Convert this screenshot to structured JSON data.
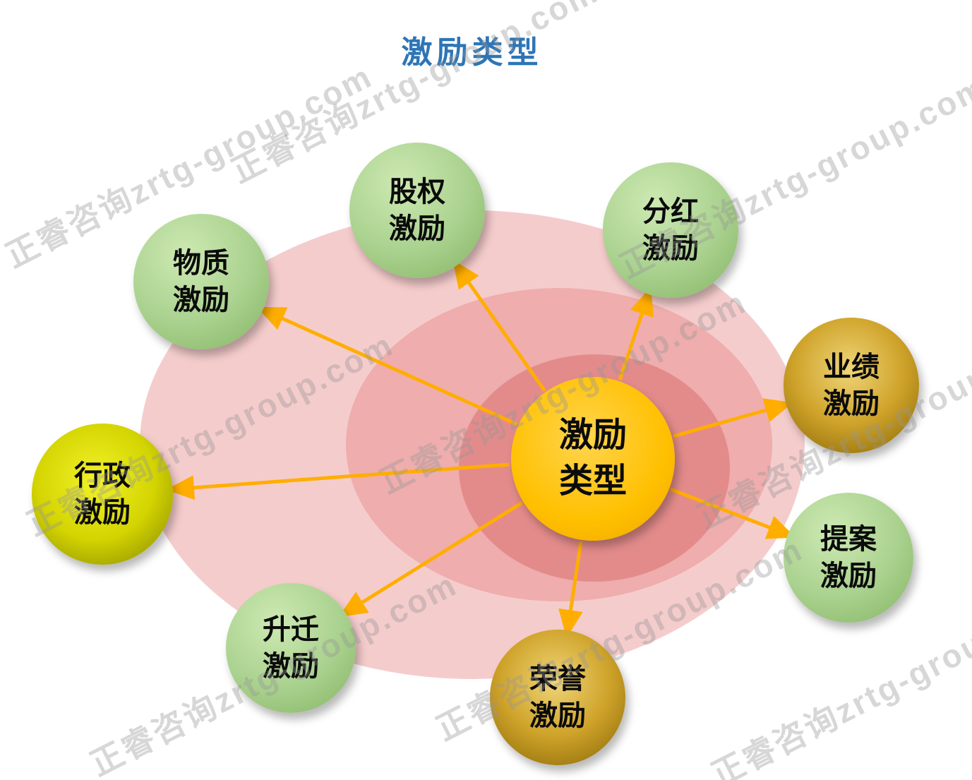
{
  "title": "激励类型",
  "center": {
    "label": "激励\n类型"
  },
  "nodes": [
    {
      "id": "material",
      "label": "物质\n激励",
      "style": "green"
    },
    {
      "id": "equity",
      "label": "股权\n激励",
      "style": "green"
    },
    {
      "id": "dividend",
      "label": "分红\n激励",
      "style": "green"
    },
    {
      "id": "performance",
      "label": "业绩\n激励",
      "style": "gold"
    },
    {
      "id": "proposal",
      "label": "提案\n激励",
      "style": "green"
    },
    {
      "id": "honor",
      "label": "荣誉\n激励",
      "style": "gold"
    },
    {
      "id": "promotion",
      "label": "升迁\n激励",
      "style": "green"
    },
    {
      "id": "administrative",
      "label": "行政\n激励",
      "style": "yellow"
    }
  ],
  "watermark": {
    "text": "正睿咨询zrtg-group.com"
  },
  "colors": {
    "title_blue": "#2E75B6",
    "arrow_orange": "#FFAE00",
    "center_fill": "#FFC000",
    "green_node": "#A9D18E",
    "gold_node": "#BF9000",
    "yellow_node": "#CDCE00",
    "ellipse_outer": "#F5CCCC",
    "ellipse_middle": "#EFADAD",
    "ellipse_inner": "#E38B8B",
    "watermark_gray": "#969696",
    "node_text": "#0B0B0B"
  }
}
